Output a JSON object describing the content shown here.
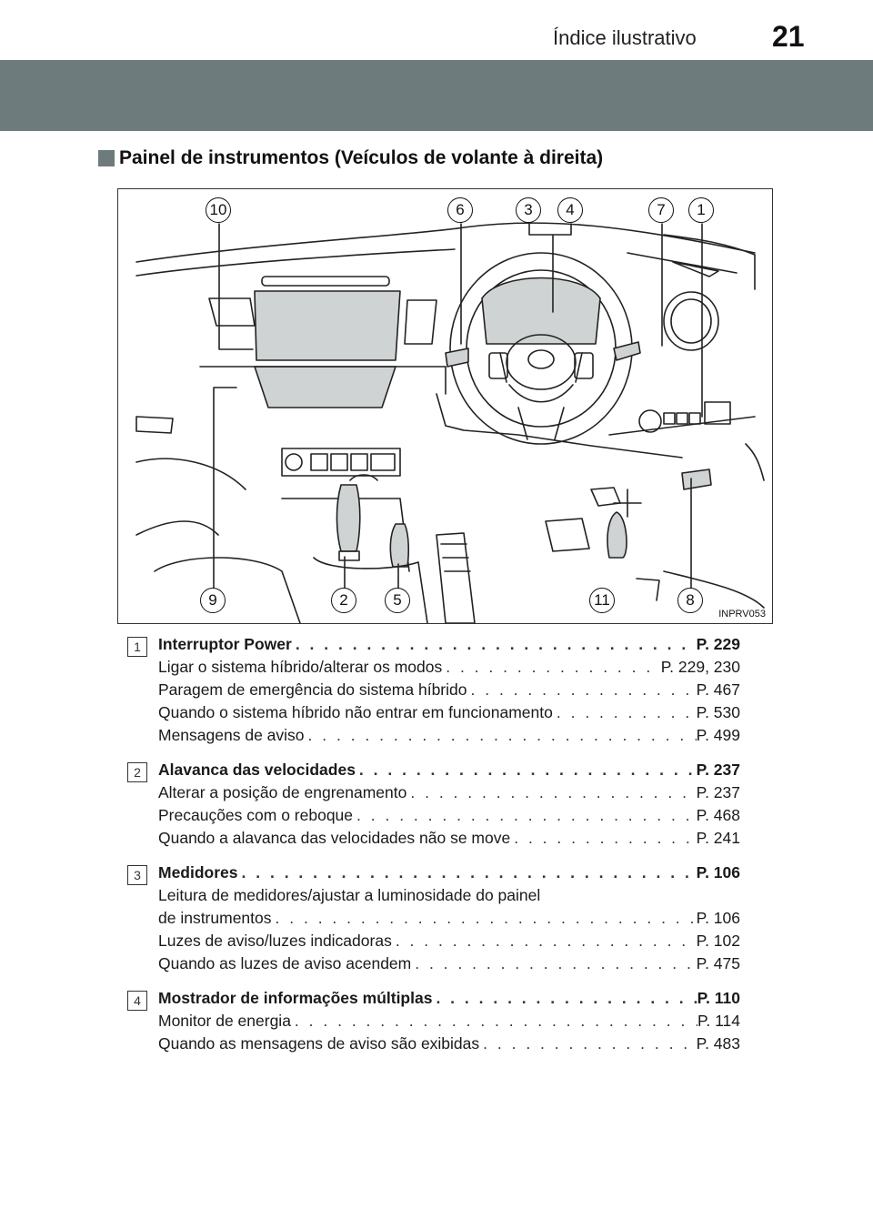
{
  "header": {
    "running_title": "Índice ilustrativo",
    "page_number": "21"
  },
  "section": {
    "title": "Painel de instrumentos (Veículos de volante à direita)"
  },
  "figure": {
    "code": "INPRV053",
    "callouts_top": [
      "10",
      "6",
      "3",
      "4",
      "7",
      "1"
    ],
    "callouts_bottom": [
      "9",
      "2",
      "5",
      "11",
      "8"
    ]
  },
  "entries": [
    {
      "badge": "1",
      "heading": {
        "label": "Interruptor Power",
        "page": "P. 229"
      },
      "lines": [
        {
          "label": "Ligar o sistema híbrido/alterar os modos",
          "page": "P. 229, 230"
        },
        {
          "label": "Paragem de emergência do sistema híbrido",
          "page": "P. 467"
        },
        {
          "label": "Quando o sistema híbrido não entrar em funcionamento",
          "page": "P. 530"
        },
        {
          "label": "Mensagens de aviso",
          "page": "P. 499"
        }
      ]
    },
    {
      "badge": "2",
      "heading": {
        "label": "Alavanca das velocidades",
        "page": "P. 237"
      },
      "lines": [
        {
          "label": "Alterar a posição de engrenamento",
          "page": "P. 237"
        },
        {
          "label": "Precauções com o reboque",
          "page": "P. 468"
        },
        {
          "label": "Quando a alavanca das velocidades não se move",
          "page": "P. 241"
        }
      ]
    },
    {
      "badge": "3",
      "heading": {
        "label": "Medidores",
        "page": "P. 106"
      },
      "lines": [
        {
          "label": "Leitura de medidores/ajustar a luminosidade do painel",
          "page": ""
        },
        {
          "label": "de instrumentos",
          "page": "P. 106"
        },
        {
          "label": "Luzes de aviso/luzes indicadoras",
          "page": "P. 102"
        },
        {
          "label": "Quando as luzes de aviso acendem",
          "page": "P. 475"
        }
      ]
    },
    {
      "badge": "4",
      "heading": {
        "label": "Mostrador de informações múltiplas",
        "page": "P. 110"
      },
      "lines": [
        {
          "label": "Monitor de energia",
          "page": "P. 114"
        },
        {
          "label": "Quando as mensagens de aviso são exibidas",
          "page": "P. 483"
        }
      ]
    }
  ]
}
